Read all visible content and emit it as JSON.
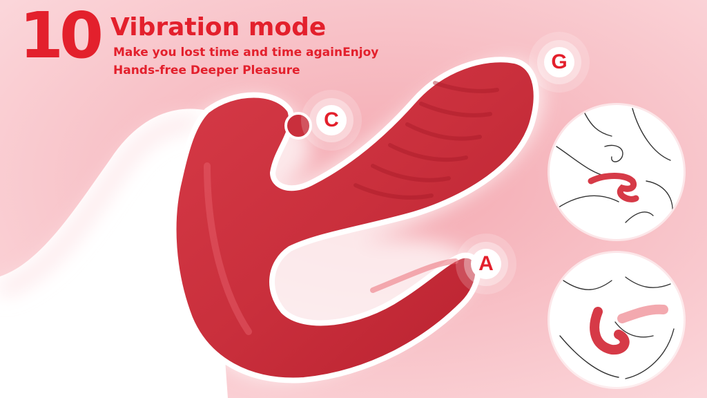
{
  "headline": {
    "number": "10",
    "title": "Vibration mode",
    "subtitle_line1": "Make you lost time and time againEnjoy",
    "subtitle_line2": "Hands-free Deeper Pleasure"
  },
  "markers": {
    "g": "G",
    "c": "C",
    "a": "A"
  },
  "colors": {
    "accent": "#e3202c",
    "product": "#cc3440",
    "background_pink": "#f8c8cd"
  }
}
